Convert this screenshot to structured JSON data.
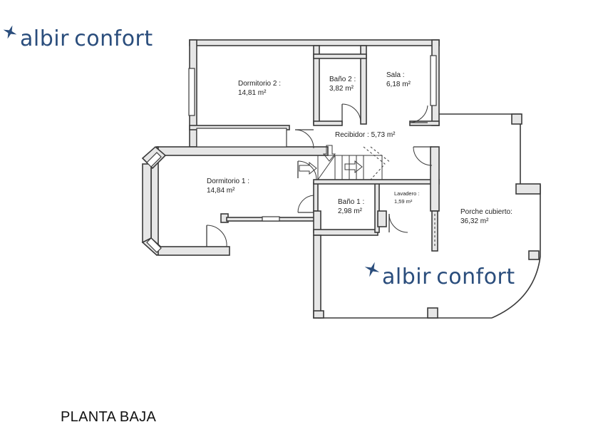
{
  "brand": {
    "name_part1": "albir",
    "name_part2": "confort",
    "color": "#2a4d7c"
  },
  "title": "PLANTA BAJA",
  "rooms": {
    "dormitorio2": {
      "name": "Dormitorio 2 :",
      "area": "14,81 m²"
    },
    "bano2": {
      "name": "Baño 2 :",
      "area": "3,82 m²"
    },
    "sala": {
      "name": "Sala :",
      "area": "6,18 m²"
    },
    "recibidor": {
      "name": "Recibidor : 5,73 m²"
    },
    "dormitorio1": {
      "name": "Dormitorio 1 :",
      "area": "14,84 m²"
    },
    "bano1": {
      "name": "Baño 1 :",
      "area": "2,98 m²"
    },
    "lavadero": {
      "name": "Lavadero :",
      "area": "1,59 m²"
    },
    "porche": {
      "name": "Porche cubierto:",
      "area": "36,32 m²"
    }
  }
}
